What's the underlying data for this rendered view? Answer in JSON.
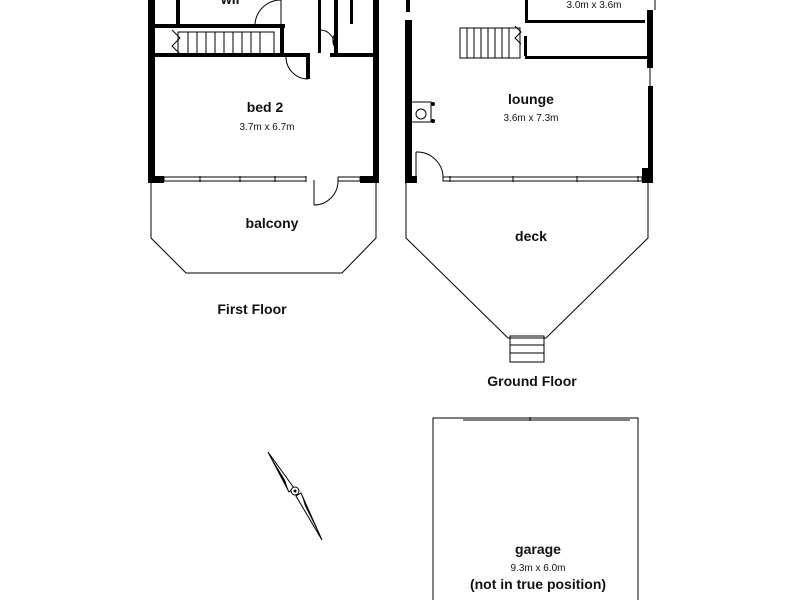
{
  "rooms": {
    "wir": {
      "name": "wir"
    },
    "bed2": {
      "name": "bed 2",
      "dims": "3.7m x 6.7m"
    },
    "balcony": {
      "name": "balcony"
    },
    "top_room": {
      "dims": "3.0m x 3.6m"
    },
    "lounge": {
      "name": "lounge",
      "dims": "3.6m x 7.3m"
    },
    "deck": {
      "name": "deck"
    },
    "garage": {
      "name": "garage",
      "dims": "9.3m x 6.0m",
      "note": "(not in true position)"
    }
  },
  "labels": {
    "first_floor": "First Floor",
    "ground_floor": "Ground Floor"
  },
  "icons": {
    "north": "north-arrow-icon",
    "sink": "basin-icon"
  },
  "colors": {
    "wall": "#000000",
    "background": "#ffffff"
  }
}
